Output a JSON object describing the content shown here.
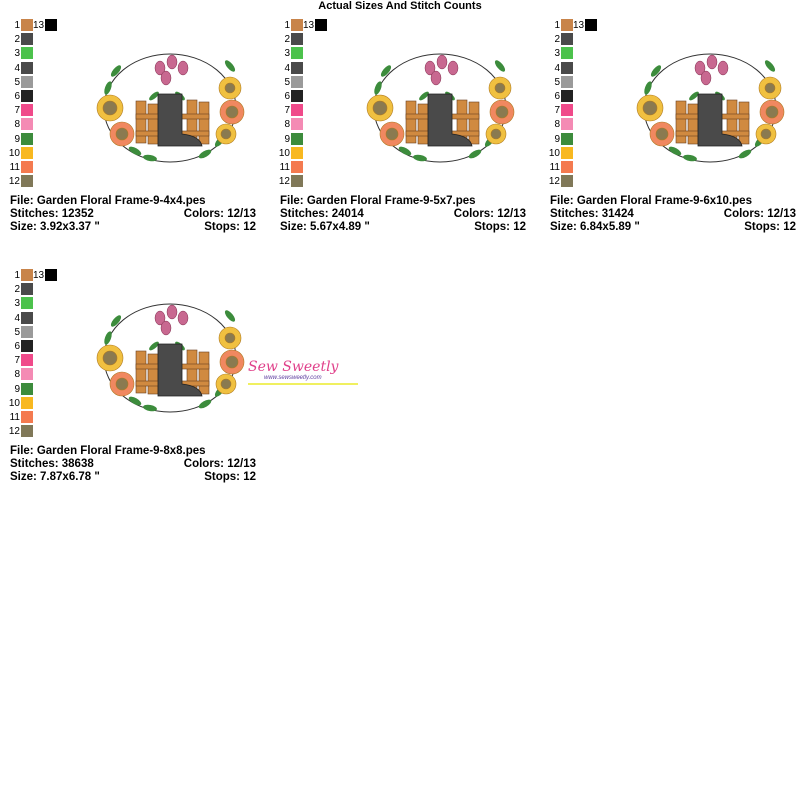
{
  "title": "Actual Sizes And Stitch Counts",
  "colors": [
    {
      "n": "1",
      "hex": "#c8844a"
    },
    {
      "n": "2",
      "hex": "#4a4a4a"
    },
    {
      "n": "3",
      "hex": "#4cc24c"
    },
    {
      "n": "4",
      "hex": "#4a4a4a"
    },
    {
      "n": "5",
      "hex": "#9a9a9a"
    },
    {
      "n": "6",
      "hex": "#222222"
    },
    {
      "n": "7",
      "hex": "#f04a8a"
    },
    {
      "n": "8",
      "hex": "#f48ab4"
    },
    {
      "n": "9",
      "hex": "#3c8c3c"
    },
    {
      "n": "10",
      "hex": "#f8b820"
    },
    {
      "n": "11",
      "hex": "#f47a50"
    },
    {
      "n": "12",
      "hex": "#807858"
    }
  ],
  "color13": {
    "n": "13",
    "hex": "#000000"
  },
  "designs": [
    {
      "file": "File: Garden Floral Frame-9-4x4.pes",
      "stitches": "Stitches: 12352",
      "colors": "Colors: 12/13",
      "size": "Size: 3.92x3.37 \"",
      "stops": "Stops: 12"
    },
    {
      "file": "File: Garden Floral Frame-9-5x7.pes",
      "stitches": "Stitches: 24014",
      "colors": "Colors: 12/13",
      "size": "Size: 5.67x4.89 \"",
      "stops": "Stops: 12"
    },
    {
      "file": "File: Garden Floral Frame-9-6x10.pes",
      "stitches": "Stitches: 31424",
      "colors": "Colors: 12/13",
      "size": "Size: 6.84x5.89 \"",
      "stops": "Stops: 12"
    },
    {
      "file": "File: Garden Floral Frame-9-8x8.pes",
      "stitches": "Stitches: 38638",
      "colors": "Colors: 12/13",
      "size": "Size: 7.87x6.78 \"",
      "stops": "Stops: 12"
    }
  ],
  "watermark": {
    "brand": "Sew Sweetly",
    "url": "www.sewsweetly.com"
  }
}
